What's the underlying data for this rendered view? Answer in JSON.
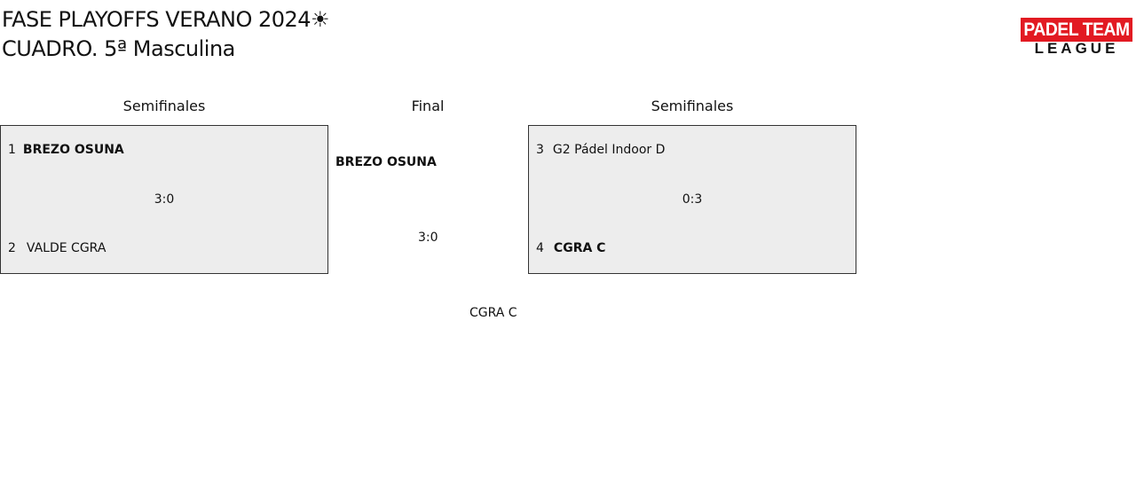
{
  "header": {
    "title_line1": "FASE PLAYOFFS VERANO 2024☀",
    "title_line2": "CUADRO. 5ª Masculina",
    "logo": {
      "top": "PADEL TEAM",
      "bottom": "LEAGUE",
      "brand_color": "#e21a22"
    }
  },
  "rounds": {
    "left_label": "Semifinales",
    "final_label": "Final",
    "right_label": "Semifinales"
  },
  "semifinal_left": {
    "team1": {
      "seed": "1",
      "name": "BREZO OSUNA",
      "winner": true
    },
    "team2": {
      "seed": "2",
      "name": "VALDE CGRA",
      "winner": false
    },
    "score": "3:0"
  },
  "semifinal_right": {
    "team1": {
      "seed": "3",
      "name": "G2 Pádel Indoor D",
      "winner": false
    },
    "team2": {
      "seed": "4",
      "name": "CGRA C",
      "winner": true
    },
    "score": "0:3"
  },
  "final": {
    "team1": "BREZO OSUNA",
    "team2": "CGRA C",
    "score": "3:0"
  }
}
